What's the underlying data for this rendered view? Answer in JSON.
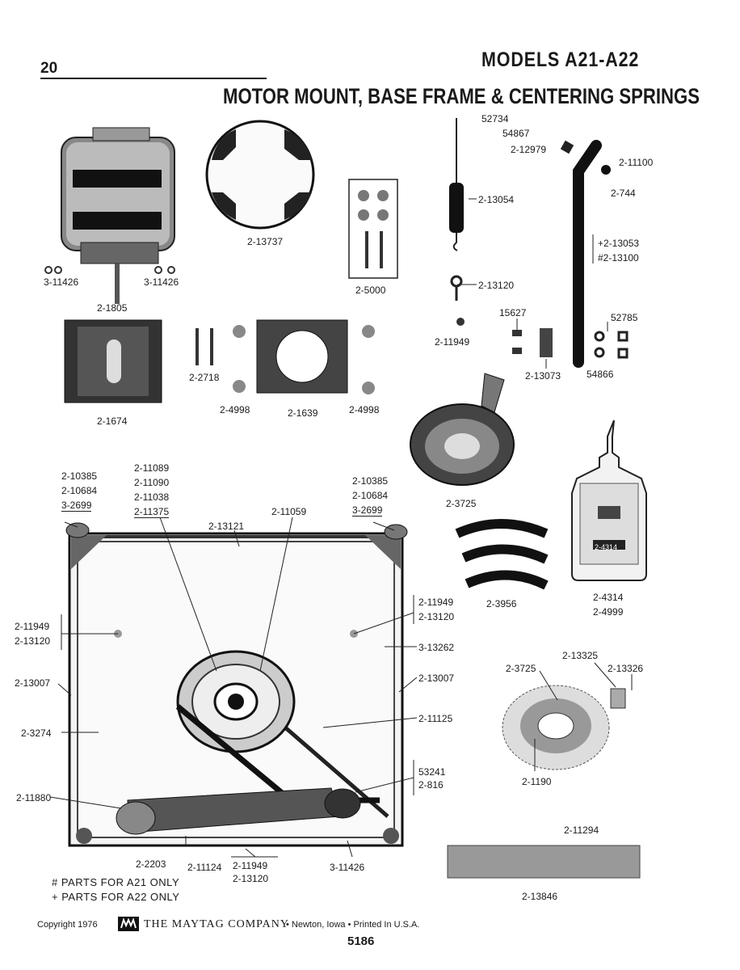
{
  "header": {
    "page_number": "20",
    "models": "MODELS  A21-A22",
    "section_title": "MOTOR MOUNT, BASE FRAME & CENTERING SPRINGS"
  },
  "parts": {
    "p3_11426_l": "3-11426",
    "p3_11426_r": "3-11426",
    "p2_1805": "2-1805",
    "p2_13737": "2-13737",
    "p2_5000": "2-5000",
    "p52734": "52734",
    "p54867": "54867",
    "p2_12979": "2-12979",
    "p2_11100": "2-11100",
    "p2_744": "2-744",
    "p2_13054": "2-13054",
    "p2_13053": "+2-13053",
    "p2_13100": "#2-13100",
    "p2_13120_a": "2-13120",
    "p15627": "15627",
    "p52785": "52785",
    "p2_11949_a": "2-11949",
    "p2_13073": "2-13073",
    "p54866": "54866",
    "p2_2718": "2-2718",
    "p2_4998_l": "2-4998",
    "p2_1639": "2-1639",
    "p2_4998_r": "2-4998",
    "p2_1674": "2-1674",
    "p2_3725_a": "2-3725",
    "p2_10385_l": "2-10385",
    "p2_10684_l": "2-10684",
    "p3_2699_l": "3-2699",
    "p2_11089": "2-11089",
    "p2_11090": "2-11090",
    "p2_11038": "2-11038",
    "p2_11375": "2-11375",
    "p2_13121": "2-13121",
    "p2_11059": "2-11059",
    "p2_10385_r": "2-10385",
    "p2_10684_r": "2-10684",
    "p3_2699_r": "3-2699",
    "p2_11949_b": "2-11949",
    "p2_13120_b": "2-13120",
    "p2_3956": "2-3956",
    "p2_4314": "2-4314",
    "p2_4999": "2-4999",
    "p2_11949_c": "2-11949",
    "p2_13120_c": "2-13120",
    "p3_13262": "3-13262",
    "p2_13007_l": "2-13007",
    "p2_13007_r": "2-13007",
    "p2_13325": "2-13325",
    "p2_3725_b": "2-3725",
    "p2_13326": "2-13326",
    "p2_3274": "2-3274",
    "p2_11125": "2-11125",
    "p53241": "53241",
    "p2_816": "2-816",
    "p2_1190": "2-1190",
    "p2_11880": "2-11880",
    "p2_11294": "2-11294",
    "p2_2203": "2-2203",
    "p2_11124": "2-11124",
    "p2_11949_d": "2-11949",
    "p2_13120_d": "2-13120",
    "p3_11426_b": "3-11426",
    "p2_13846": "2-13846"
  },
  "bottle_label": "2-4314",
  "notes": {
    "a21": "#  PARTS FOR A21 ONLY",
    "a22": "+  PARTS FOR A22 ONLY"
  },
  "footer": {
    "copyright": "Copyright 1976",
    "company": "THE MAYTAG COMPANY",
    "location": "•  Newton, Iowa  •  Printed In U.S.A.",
    "page_code": "5186"
  }
}
